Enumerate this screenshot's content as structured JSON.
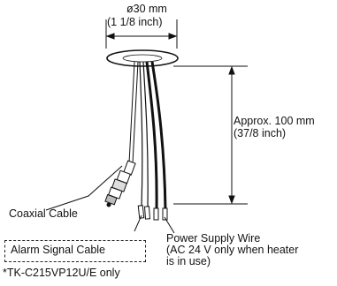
{
  "dimensions": {
    "diameter_mm": "ø30 mm",
    "diameter_inch": "(1 1/8 inch)",
    "length_mm": "Approx. 100 mm",
    "length_inch": "(37/8 inch)"
  },
  "callouts": {
    "coaxial_cable": "Coaxial Cable",
    "alarm_signal_cable": "Alarm Signal Cable",
    "power_supply_line1": "Power Supply Wire",
    "power_supply_line2": "(AC 24 V only when heater",
    "power_supply_line3": "is in use)",
    "footnote": "*TK-C215VP12U/E only"
  }
}
